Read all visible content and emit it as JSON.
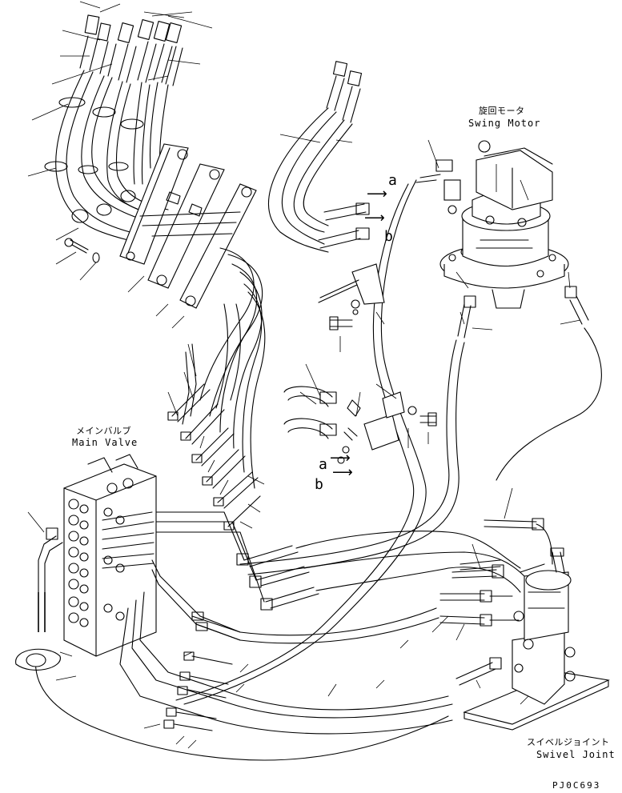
{
  "labels": {
    "swing_motor_jp": "旋回モータ",
    "swing_motor_en": "Swing Motor",
    "main_valve_jp": "メインバルブ",
    "main_valve_en": "Main Valve",
    "swivel_joint_jp": "スイベルジョイント",
    "swivel_joint_en": "Swivel Joint"
  },
  "arrows": {
    "upper_a": "a",
    "upper_b": "b",
    "lower_a": "a",
    "lower_b": "b"
  },
  "drawing_code": "PJ0C693"
}
